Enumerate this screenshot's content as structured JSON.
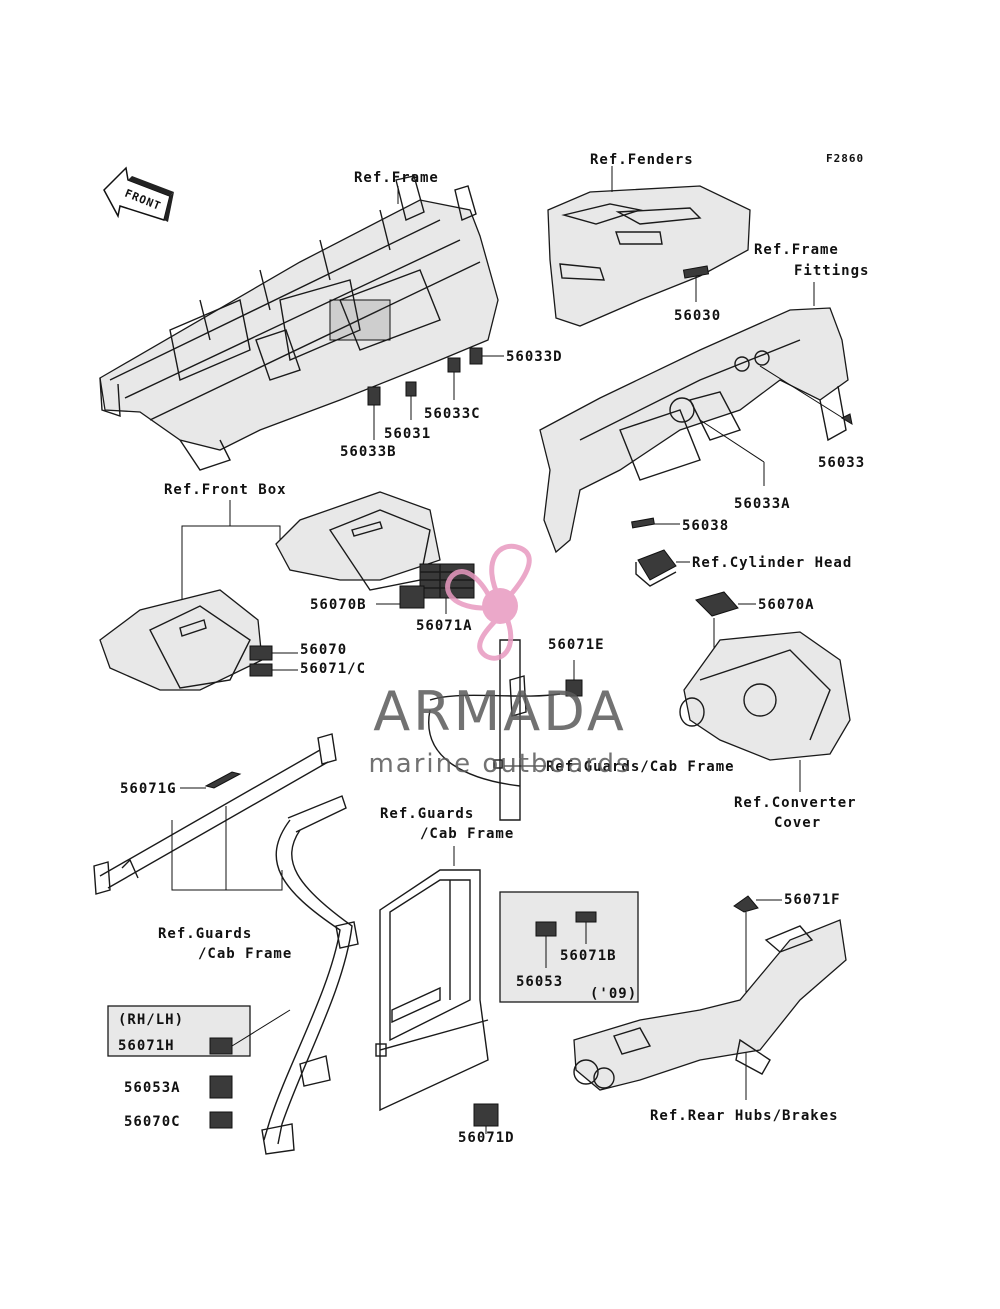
{
  "figure_code": "F2860",
  "front_arrow": "FRONT",
  "watermark": {
    "brand": "ARMADA",
    "tagline": "marine outboards",
    "logo_color": "#e89ac0",
    "text_color": "#5a5a5a"
  },
  "labels": {
    "ref_frame": "Ref.Frame",
    "ref_fenders": "Ref.Fenders",
    "ref_frame_fittings_1": "Ref.Frame",
    "ref_frame_fittings_2": "Fittings",
    "ref_front_box": "Ref.Front Box",
    "ref_cylinder_head": "Ref.Cylinder Head",
    "ref_guards_cab_1": "Ref.Guards/Cab Frame",
    "ref_converter_1": "Ref.Converter",
    "ref_converter_2": "Cover",
    "ref_guards_cab_2a": "Ref.Guards",
    "ref_guards_cab_2b": "/Cab Frame",
    "ref_guards_cab_3a": "Ref.Guards",
    "ref_guards_cab_3b": "/Cab Frame",
    "ref_rear_hubs": "Ref.Rear Hubs/Brakes",
    "rh_lh": "(RH/LH)",
    "year_09": "('09)"
  },
  "parts": {
    "p56030": "56030",
    "p56033D": "56033D",
    "p56033C": "56033C",
    "p56031": "56031",
    "p56033B": "56033B",
    "p56033": "56033",
    "p56033A": "56033A",
    "p56038": "56038",
    "p56070A": "56070A",
    "p56070B": "56070B",
    "p56071A": "56071A",
    "p56070": "56070",
    "p56071C": "56071/C",
    "p56071E": "56071E",
    "p56071G": "56071G",
    "p56071F": "56071F",
    "p56071B": "56071B",
    "p56053": "56053",
    "p56071H": "56071H",
    "p56053A": "56053A",
    "p56070C": "56070C",
    "p56071D": "56071D"
  }
}
